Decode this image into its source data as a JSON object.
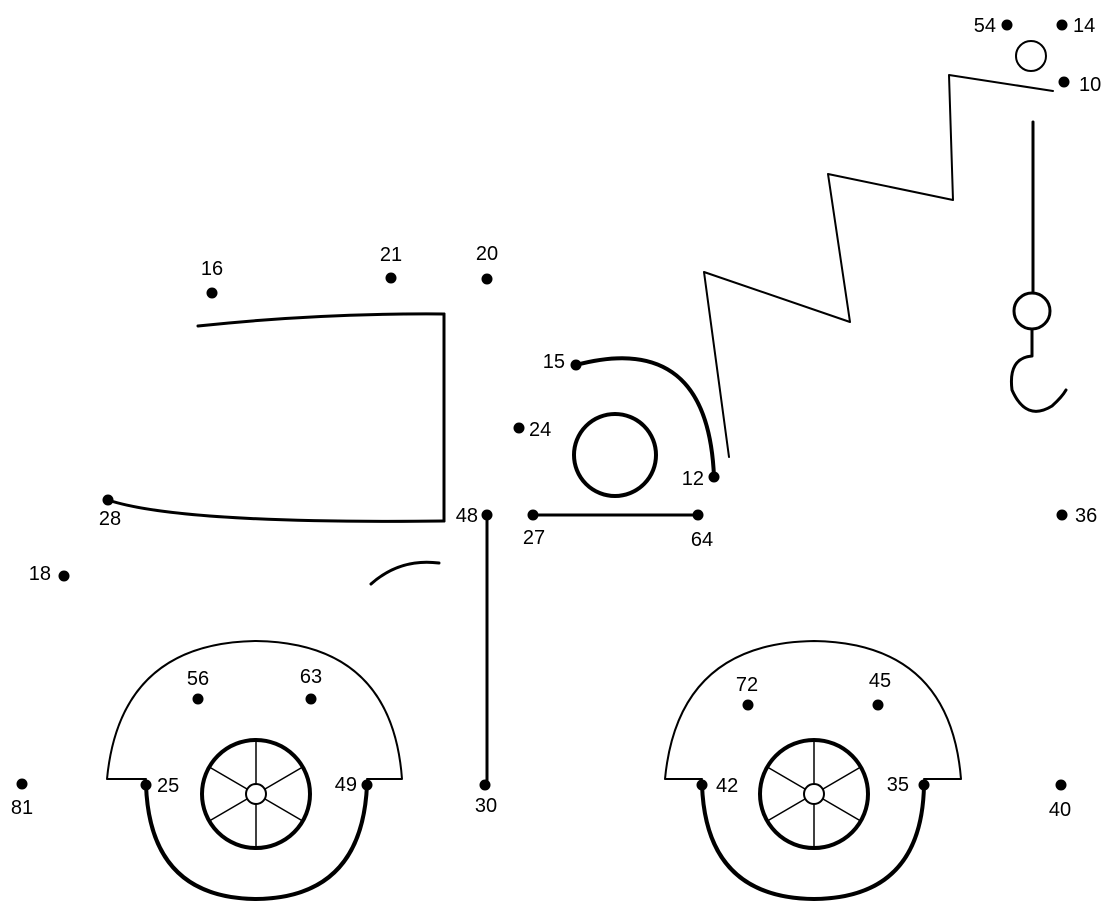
{
  "puzzle": {
    "ink_color": "#000000",
    "paper_color": "#ffffff",
    "dots": [
      {
        "label": "54"
      },
      {
        "label": "14"
      },
      {
        "label": "10"
      },
      {
        "label": "16"
      },
      {
        "label": "21"
      },
      {
        "label": "20"
      },
      {
        "label": "15"
      },
      {
        "label": "24"
      },
      {
        "label": "12"
      },
      {
        "label": "28"
      },
      {
        "label": "48"
      },
      {
        "label": "27"
      },
      {
        "label": "64"
      },
      {
        "label": "36"
      },
      {
        "label": "18"
      },
      {
        "label": "56"
      },
      {
        "label": "63"
      },
      {
        "label": "72"
      },
      {
        "label": "45"
      },
      {
        "label": "81"
      },
      {
        "label": "25"
      },
      {
        "label": "49"
      },
      {
        "label": "30"
      },
      {
        "label": "42"
      },
      {
        "label": "35"
      },
      {
        "label": "40"
      }
    ]
  }
}
